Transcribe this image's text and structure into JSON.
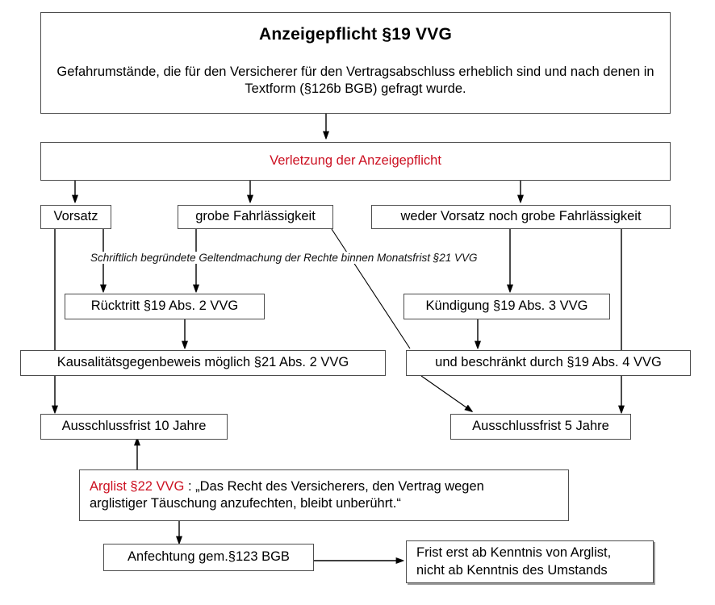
{
  "diagram": {
    "title": "Anzeigepflicht §19 VVG",
    "accent_color": "#cc1122",
    "line_color": "#4d4d4d",
    "nodes": {
      "root_title": "Anzeigepflicht §19 VVG",
      "root_body": "Gefahrumstände, die für den Versicherer für den Vertragsabschluss erheblich sind und nach denen in Textform (§126b BGB) gefragt wurde.",
      "breach": "Verletzung der Anzeigepflicht",
      "intent": "Vorsatz",
      "gross_negligence": "grobe Fahrlässigkeit",
      "neither": "weder Vorsatz noch grobe Fahrlässigkeit",
      "withdrawal": "Rücktritt §19 Abs. 2 VVG",
      "termination": "Kündigung §19 Abs. 3 VVG",
      "causality": "Kausalitätsgegenbeweis möglich §21 Abs. 2 VVG",
      "limited": "und beschränkt durch §19 Abs. 4 VVG",
      "deadline_10": "Ausschlussfrist 10 Jahre",
      "deadline_5": "Ausschlussfrist 5 Jahre",
      "arglist_red": "Arglist §22 VVG",
      "arglist_rest": " : „Das Recht des Versicherers, den Vertrag wegen",
      "arglist_line2": "arglistiger Täuschung anzufechten, bleibt unberührt.“",
      "contest": "Anfechtung gem.§123 BGB",
      "knowledge_line1": "Frist erst ab Kenntnis von Arglist,",
      "knowledge_line2": "nicht ab Kenntnis des Umstands"
    },
    "edge_labels": {
      "monthly": "Schriftlich begründete Geltendmachung der Rechte binnen Monatsfrist §21 VVG"
    }
  }
}
